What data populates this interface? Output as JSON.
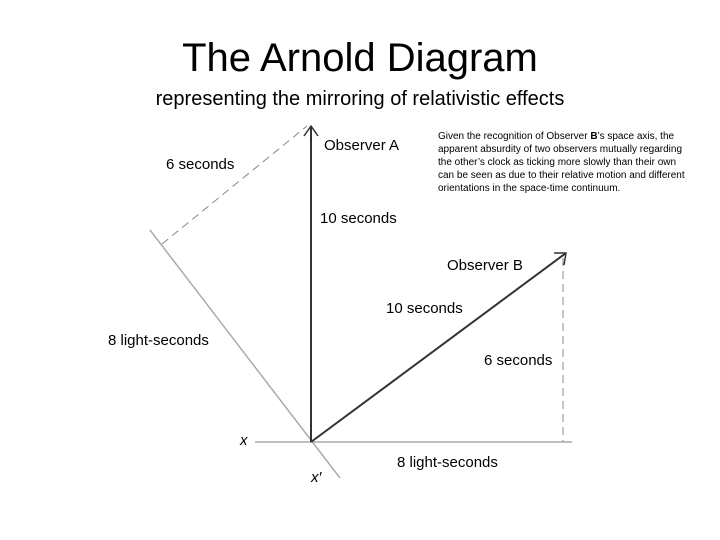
{
  "title": "The Arnold Diagram",
  "subtitle": "representing the mirroring of relativistic effects",
  "labels": {
    "observer_a": "Observer A",
    "observer_b": "Observer B",
    "a_time": "10 seconds",
    "b_time": "10 seconds",
    "six_sec_left": "6 seconds",
    "six_sec_right": "6 seconds",
    "eight_ls_left": "8 light-seconds",
    "eight_ls_bottom": "8 light-seconds",
    "x_axis": "x",
    "x_prime_axis": "x′"
  },
  "note": {
    "before": "Given the recognition of Observer ",
    "bold": "B",
    "after": "’s space axis, the apparent absurdity of two observers mutually regarding the other’s clock as ticking more slowly than their own can be seen as due to their relative motion and different orientations in the space-time continuum."
  }
}
